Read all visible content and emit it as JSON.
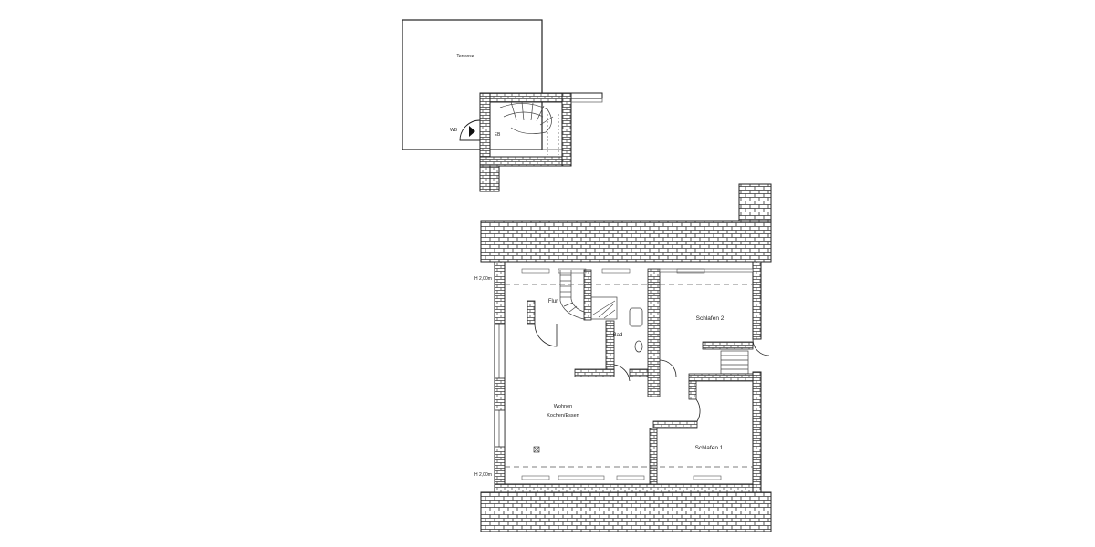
{
  "rooms": {
    "terrace": "Terrasse",
    "wb": "WB",
    "eb": "EB",
    "flur": "Flur",
    "bad": "Bad",
    "schlafen2": "Schlafen 2",
    "wohnen": "Wohnen",
    "kochen_essen": "Kochen/Essen",
    "schlafen1": "Schlafen 1"
  },
  "heights": {
    "top": "H 2,00m",
    "bottom": "H 2,00m"
  },
  "colors": {
    "line": "#222222",
    "hatch": "#666666"
  }
}
